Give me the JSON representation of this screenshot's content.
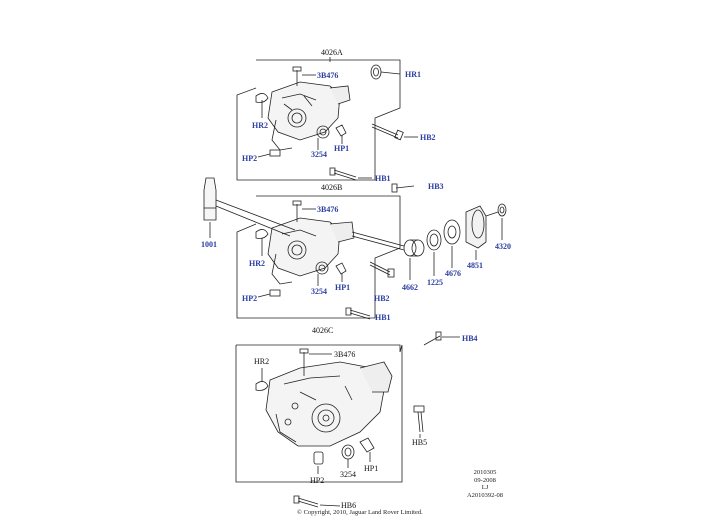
{
  "colors": {
    "callout_blue": "#2b3ea0",
    "line": "#222222",
    "text": "#111111"
  },
  "assemblies": [
    {
      "id": "4026A",
      "labels": [
        "3B476",
        "HR2",
        "HP2",
        "3254",
        "HP1"
      ]
    },
    {
      "id": "4026B",
      "labels": [
        "3B476",
        "HR2",
        "HP2",
        "3254",
        "HP1"
      ]
    },
    {
      "id": "4026C",
      "labels": [
        "3B476",
        "HR2",
        "HP2",
        "3254",
        "HP1"
      ]
    }
  ],
  "callouts": {
    "a_id": "4026A",
    "a_3b476": "3B476",
    "a_hr1": "HR1",
    "a_hr2": "HR2",
    "a_hb2": "HB2",
    "a_hp2": "HP2",
    "a_3254": "3254",
    "a_hp1": "HP1",
    "b_id": "4026B",
    "b_hb1_top": "HB1",
    "b_hb3": "HB3",
    "b_3b476": "3B476",
    "b_hr2": "HR2",
    "b_hp2": "HP2",
    "b_3254": "3254",
    "b_hp1": "HP1",
    "b_hb2": "HB2",
    "b_hb1_bottom": "HB1",
    "p_1001": "1001",
    "p_4662": "4662",
    "p_1225": "1225",
    "p_4676": "4676",
    "p_4851": "4851",
    "p_4320": "4320",
    "c_id": "4026C",
    "c_hb4": "HB4",
    "c_3b476": "3B476",
    "c_hr2": "HR2",
    "c_hb5": "HB5",
    "c_3254": "3254",
    "c_hp1": "HP1",
    "c_hp2": "HP2",
    "c_hb6": "HB6"
  },
  "info_block": {
    "line1": "2010305",
    "line2": "09-2008",
    "line3": "LJ",
    "line4": "A2010392-08"
  },
  "copyright": "© Copyright, 2010, Jaguar Land Rover Limited."
}
